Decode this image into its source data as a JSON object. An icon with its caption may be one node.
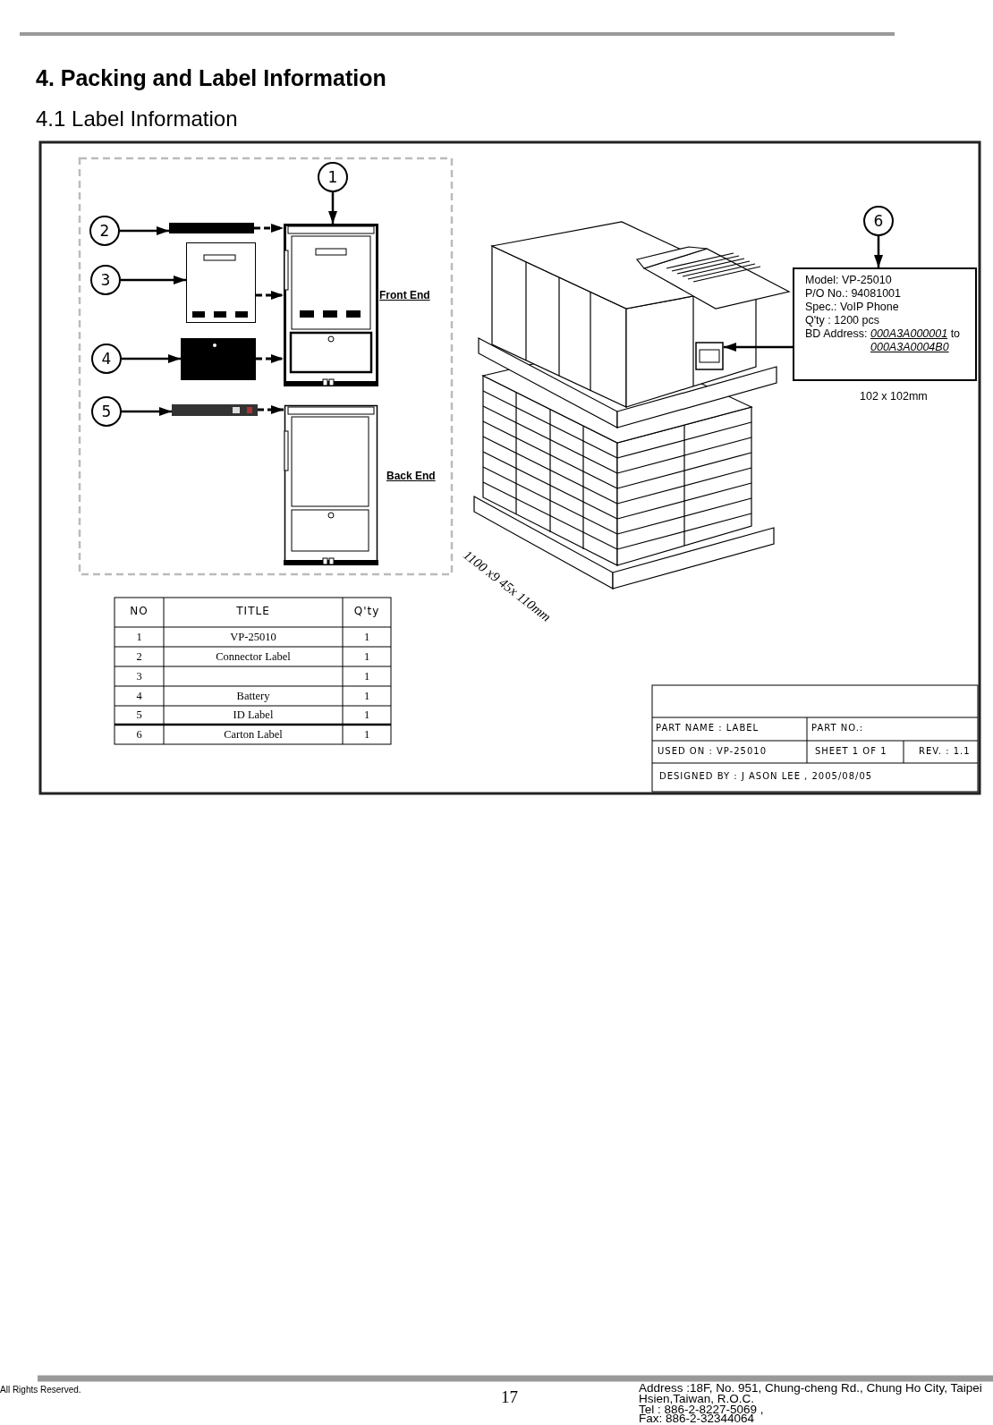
{
  "diagram": {
    "title": "4. Packing and Label Information",
    "nodes": [
      {
        "text": [
          "1"
        ]
      },
      {
        "text": [
          "2"
        ]
      },
      {
        "text": [
          "3"
        ]
      },
      {
        "text": [
          "4"
        ]
      },
      {
        "text": [
          "5"
        ]
      },
      {
        "text": [
          "6"
        ]
      },
      {
        "text": [],
        "shape": "box",
        "beside": [
          "Front End"
        ]
      },
      {
        "text": [],
        "shape": "box",
        "beside": [
          "Back End"
        ]
      },
      {
        "text": [],
        "shape": "bar"
      },
      {
        "text": [],
        "shape": "box"
      },
      {
        "text": [],
        "shape": "box"
      },
      {
        "text": [],
        "shape": "bar"
      },
      {
        "text": [
          "Model: VP-25010",
          "P/O No.: 94081001",
          "Spec.: VoIP Phone",
          "Q'ty : 1200 pcs",
          "BD Address: *000A3A000001* to *000A3A0004B0*"
        ],
        "beside": [
          "102 x 102mm"
        ]
      },
      {
        "text": [],
        "shape": "box"
      }
    ],
    "edges": [
      {
        "from": 0,
        "to": 6,
        "arrow": "to"
      },
      {
        "from": 1,
        "to": 8,
        "arrow": "to"
      },
      {
        "from": 2,
        "to": 9,
        "arrow": "to"
      },
      {
        "from": 3,
        "to": 10,
        "arrow": "to"
      },
      {
        "from": 4,
        "to": 11,
        "arrow": "to"
      },
      {
        "from": 8,
        "to": 6,
        "arrow": "to",
        "style": "dashed"
      },
      {
        "from": 9,
        "to": 6,
        "arrow": "to",
        "style": "dashed"
      },
      {
        "from": 10,
        "to": 6,
        "arrow": "to",
        "style": "dashed"
      },
      {
        "from": 11,
        "to": 7,
        "arrow": "to",
        "style": "dashed"
      },
      {
        "from": 5,
        "to": 12,
        "arrow": "to"
      },
      {
        "from": 12,
        "to": 13,
        "arrow": "to"
      }
    ],
    "labels": [
      "4.1 Label Information",
      "1100 x9 45x 110mm",
      "NO",
      "TITLE",
      "Q'ty",
      "1",
      "VP-25010",
      "1",
      "2",
      "Connector Label",
      "1",
      "3",
      "1",
      "4",
      "Battery",
      "1",
      "5",
      "ID Label",
      "1",
      "6",
      "Carton Label",
      "1",
      "PART NAME : LABEL",
      "PART NO.:",
      "USED ON : VP-25010",
      "SHEET 1 OF 1",
      "REV. : 1.1",
      "DESIGNED BY : J ASON LEE , 2005/08/05",
      "All Rights Reserved.",
      "17",
      "Address :18F, No. 951, Chung-cheng Rd., Chung Ho City, Taipei Hsien,Taiwan, R.O.C.",
      "Tel : 886-2-8227-5069 ,",
      "Fax: 886-2-32344064"
    ]
  }
}
